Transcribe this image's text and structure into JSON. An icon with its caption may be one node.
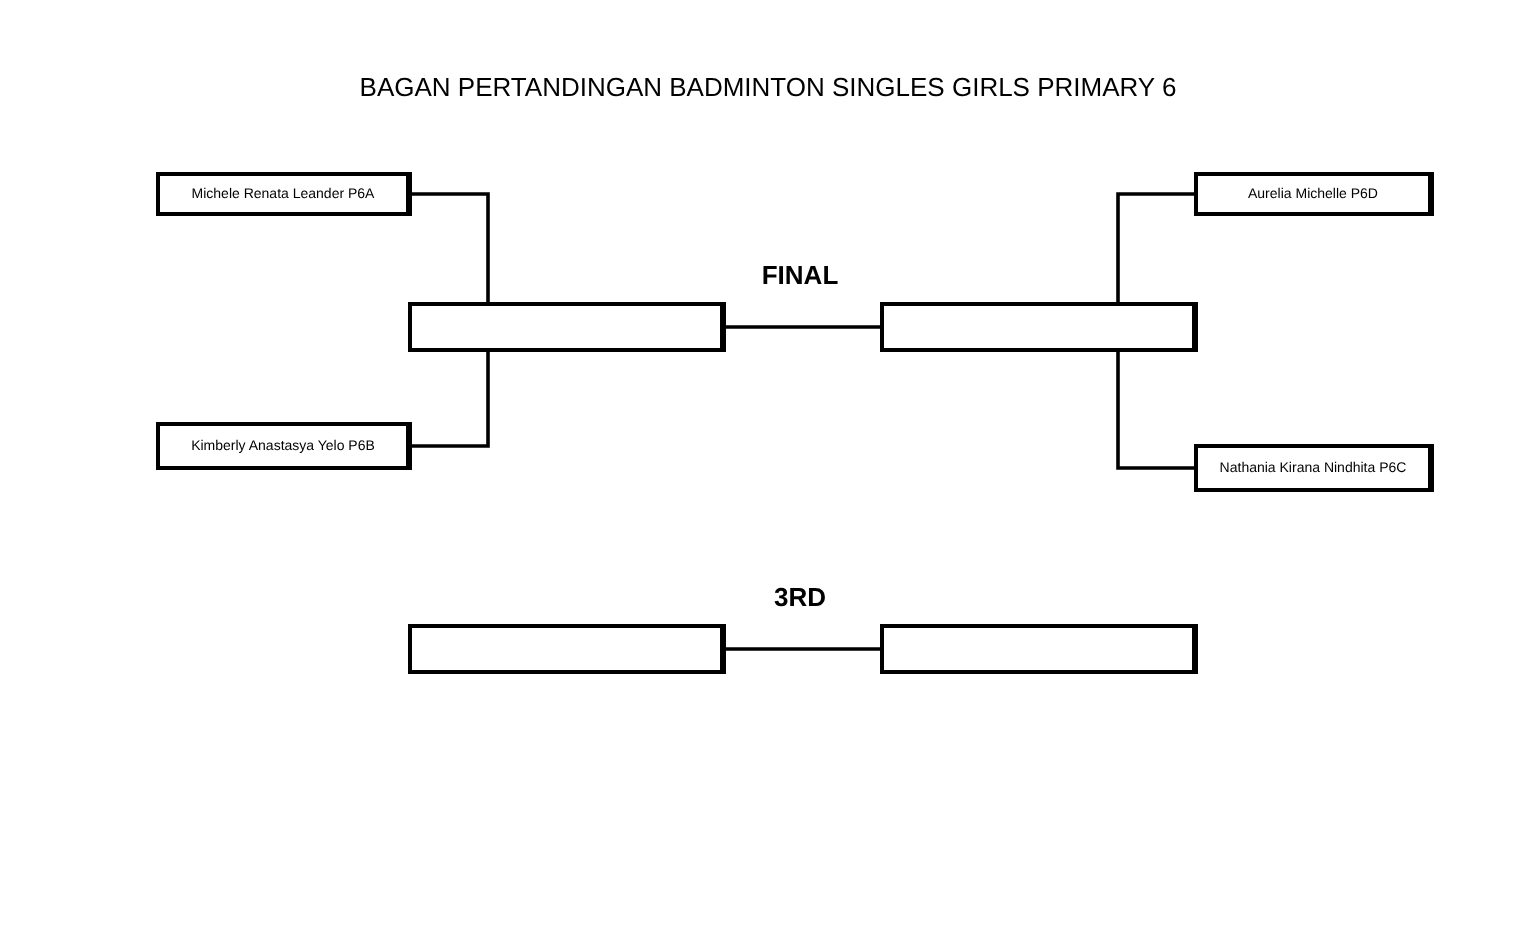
{
  "diagram": {
    "title": "BAGAN PERTANDINGAN BADMINTON SINGLES GIRLS PRIMARY 6",
    "nodes": [
      {
        "text": [
          "Michele Renata Leander P6A"
        ]
      },
      {
        "text": [
          "Kimberly Anastasya Yelo P6B"
        ]
      },
      {
        "text": [
          "Aurelia Michelle P6D"
        ]
      },
      {
        "text": [
          "Nathania Kirana Nindhita P6C"
        ]
      },
      {
        "text": [],
        "shape": "box"
      },
      {
        "text": [],
        "shape": "box"
      },
      {
        "text": [],
        "shape": "box"
      },
      {
        "text": [],
        "shape": "box"
      }
    ],
    "edges": [
      {
        "from": 0,
        "to": 4,
        "arrow": "none"
      },
      {
        "from": 1,
        "to": 4,
        "arrow": "none"
      },
      {
        "from": 2,
        "to": 5,
        "arrow": "none"
      },
      {
        "from": 3,
        "to": 5,
        "arrow": "none"
      },
      {
        "from": 4,
        "to": 5,
        "arrow": "none"
      },
      {
        "from": 6,
        "to": 7,
        "arrow": "none"
      }
    ],
    "labels": [
      "FINAL",
      "3RD"
    ]
  }
}
